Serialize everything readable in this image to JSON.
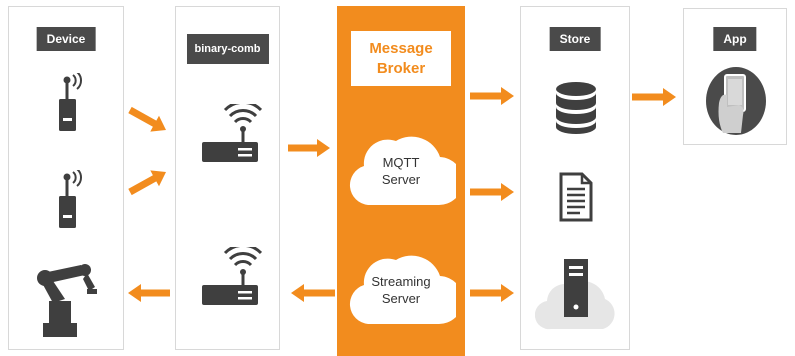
{
  "panels": {
    "device": {
      "label": "Device"
    },
    "comb": {
      "label": "binary-comb"
    },
    "broker": {
      "label_line1": "Message",
      "label_line2": "Broker"
    },
    "store": {
      "label": "Store"
    },
    "app": {
      "label": "App"
    }
  },
  "broker_services": [
    {
      "line1": "MQTT",
      "line2": "Server"
    },
    {
      "line1": "Streaming",
      "line2": "Server"
    }
  ],
  "icons": {
    "device_sensor_top": "radio-sensor-icon",
    "device_sensor_middle": "radio-sensor-icon",
    "device_robot": "robot-arm-icon",
    "comb_router_top": "wifi-router-icon",
    "comb_router_bottom": "wifi-router-icon",
    "store_database": "database-icon",
    "store_document": "document-icon",
    "store_server": "cloud-server-icon",
    "app_phone": "smartphone-hand-icon"
  },
  "colors": {
    "accent": "#f28c1e",
    "icon": "#3f3f3f",
    "label_bg": "#4a4a4a",
    "cloud": "#ffffff",
    "store_cloud": "#e6e6e6"
  }
}
